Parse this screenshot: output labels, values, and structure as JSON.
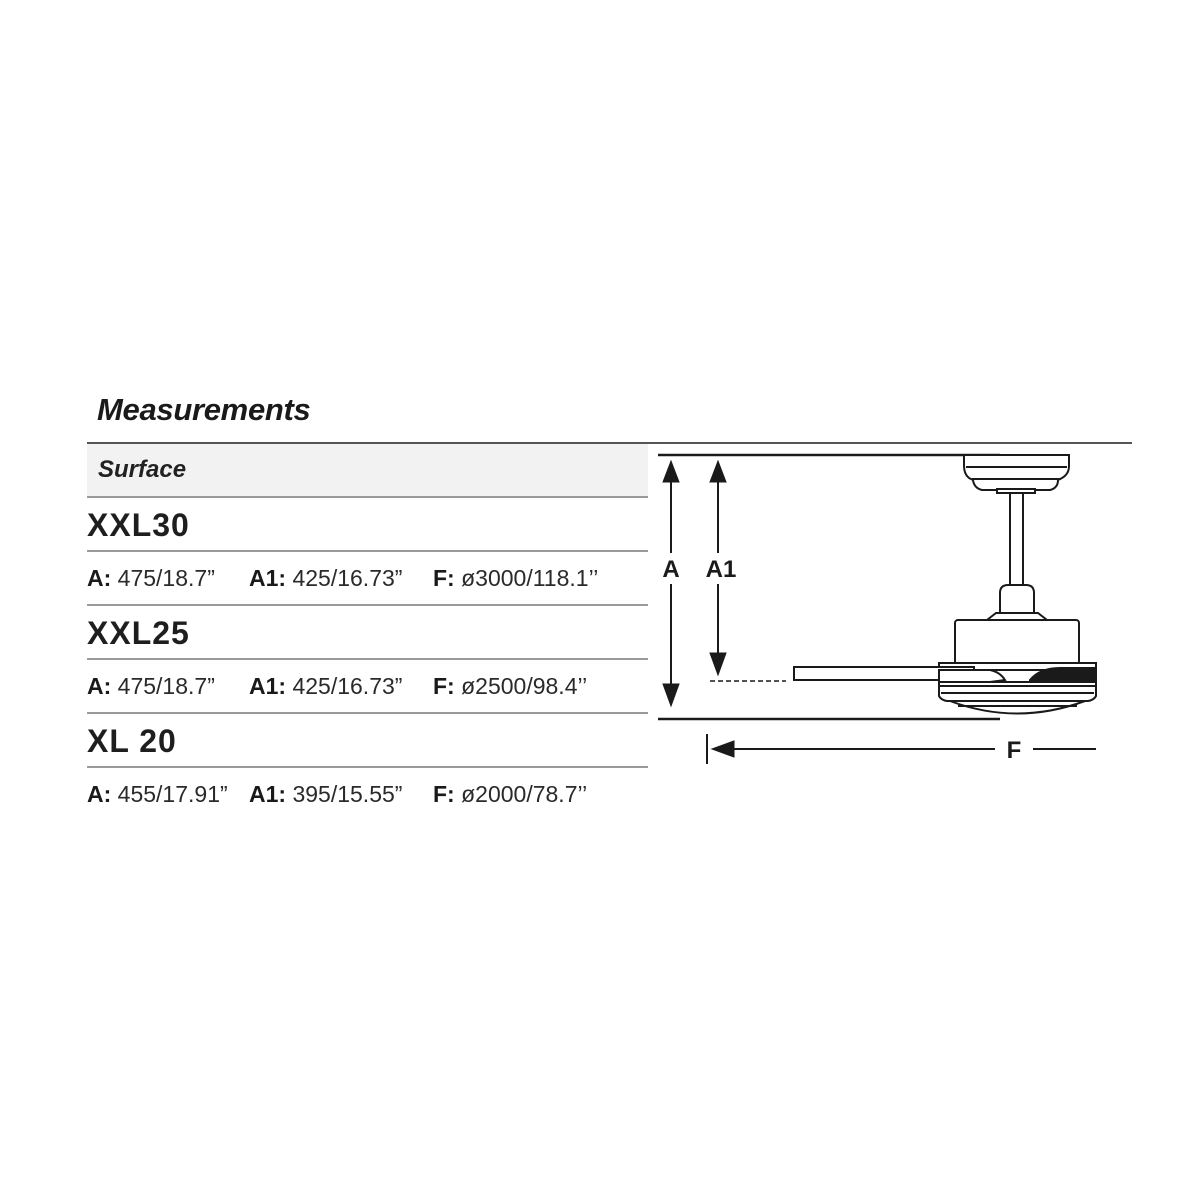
{
  "page": {
    "title": "Measurements"
  },
  "table": {
    "section_label": "Surface",
    "models": [
      {
        "name": "XXL30",
        "specs": [
          {
            "key": "A:",
            "value": "475/18.7”"
          },
          {
            "key": "A1:",
            "value": "425/16.73”"
          },
          {
            "key": "F:",
            "value": "ø3000/118.1’’"
          }
        ]
      },
      {
        "name": "XXL25",
        "specs": [
          {
            "key": "A:",
            "value": "475/18.7”"
          },
          {
            "key": "A1:",
            "value": "425/16.73”"
          },
          {
            "key": "F:",
            "value": "ø2500/98.4’’"
          }
        ]
      },
      {
        "name": "XL 20",
        "specs": [
          {
            "key": "A:",
            "value": "455/17.91”"
          },
          {
            "key": "A1:",
            "value": "395/15.55”"
          },
          {
            "key": "F:",
            "value": "ø2000/78.7’’"
          }
        ]
      }
    ]
  },
  "diagram": {
    "label_a": "A",
    "label_a1": "A1",
    "label_f": "F",
    "subject": "ceiling-fan-side-view",
    "line_color": "#1a1a1a"
  }
}
